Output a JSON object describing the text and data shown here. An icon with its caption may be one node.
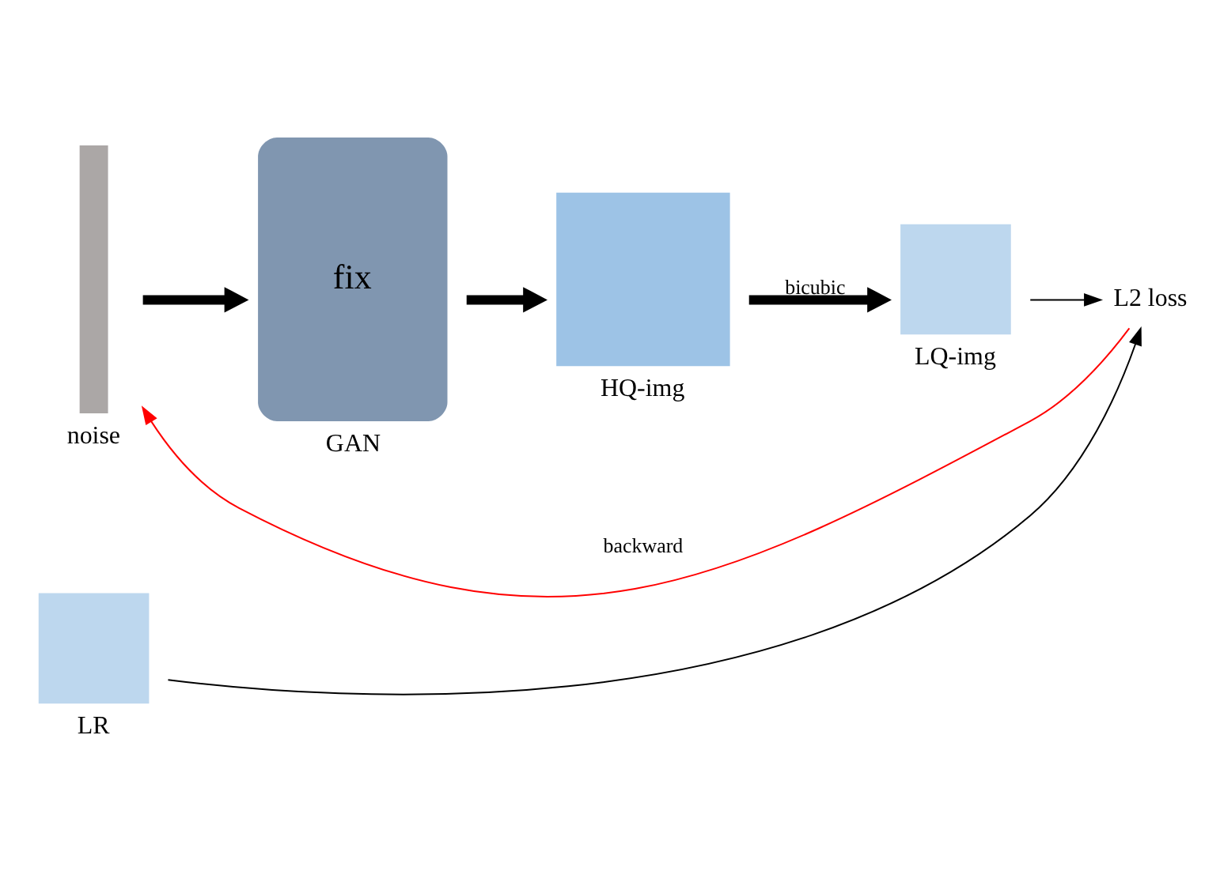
{
  "diagram": {
    "nodes": [
      {
        "text": [
          "noise"
        ]
      },
      {
        "text": [
          "fix",
          "GAN"
        ]
      },
      {
        "text": [
          "HQ-img"
        ]
      },
      {
        "text": [
          "LQ-img"
        ]
      },
      {
        "text": [
          "L2 loss"
        ]
      },
      {
        "text": [
          "LR"
        ]
      }
    ],
    "edges": [
      {
        "from": 0,
        "to": 1,
        "arrow": "to",
        "style": "thick"
      },
      {
        "from": 1,
        "to": 2,
        "arrow": "to",
        "style": "thick"
      },
      {
        "from": 2,
        "to": 3,
        "arrow": "to",
        "label": "bicubic",
        "style": "thick"
      },
      {
        "from": 3,
        "to": 4,
        "arrow": "to"
      },
      {
        "from": 5,
        "to": 4,
        "arrow": "to"
      },
      {
        "from": 4,
        "to": 0,
        "arrow": "to",
        "label": "backward",
        "color": "#ff0000"
      }
    ]
  }
}
